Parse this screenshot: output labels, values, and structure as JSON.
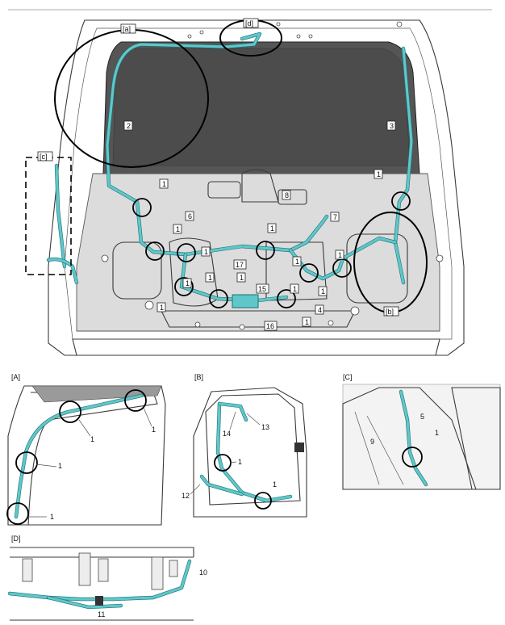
{
  "main_view": {
    "zones": {
      "a": "[a]",
      "b": "[b]",
      "c": "[c]",
      "d": "[d]"
    },
    "callouts": [
      "1",
      "1",
      "1",
      "1",
      "1",
      "1",
      "1",
      "1",
      "1",
      "1",
      "1",
      "1",
      "1",
      "1",
      "2",
      "3",
      "4",
      "6",
      "7",
      "8",
      "15",
      "16",
      "17"
    ]
  },
  "detail_a": {
    "label": "[A]",
    "callouts": [
      "1",
      "1",
      "1",
      "1"
    ]
  },
  "detail_b": {
    "label": "[B]",
    "callouts": [
      "13",
      "14",
      "1",
      "12",
      "1"
    ]
  },
  "detail_c": {
    "label": "[C]",
    "callouts": [
      "5",
      "1",
      "9"
    ]
  },
  "detail_d": {
    "label": "[D]",
    "callouts": [
      "10",
      "11"
    ]
  },
  "colors": {
    "harness": "#5fc7c9",
    "glass": "#555555",
    "body_panel": "#e6e6e6",
    "outline": "#3a3a3a"
  }
}
